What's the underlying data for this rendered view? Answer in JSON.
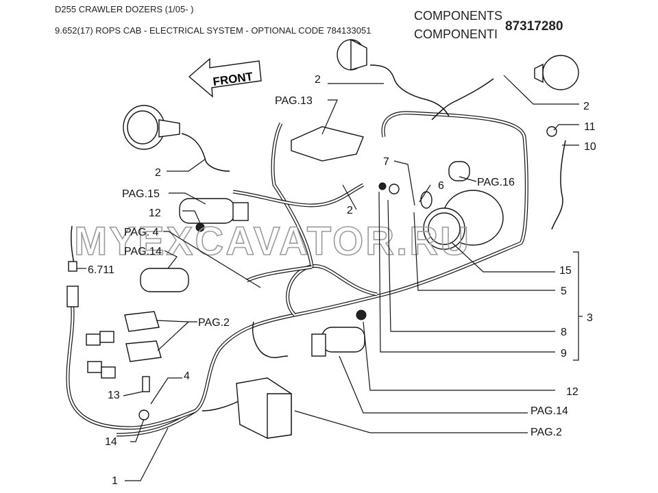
{
  "header": {
    "model": "D255 CRAWLER DOZERS (1/05- )",
    "section": "9.652(17) ROPS CAB - ELECTRICAL SYSTEM - OPTIONAL CODE 784133051",
    "components_en": "COMPONENTS",
    "components_it": "COMPONENTI",
    "part_number": "87317280"
  },
  "watermark": "MYEXCAVATOR.RU",
  "front_label": "FRONT",
  "callouts": {
    "c2_top": "2",
    "c2_right": "2",
    "c2_left": "2",
    "c2_mid": "2",
    "pag13": "PAG.13",
    "pag16": "PAG.16",
    "c11": "11",
    "c10": "10",
    "c7": "7",
    "c6": "6",
    "pag15": "PAG.15",
    "c12_top": "12",
    "pag4": "PAG. 4",
    "pag14_top": "PAG.14",
    "c6711": "6.711",
    "c15": "15",
    "c5": "5",
    "c3": "3",
    "c8": "8",
    "c9": "9",
    "pag2_mid": "PAG.2",
    "c4": "4",
    "c13": "13",
    "c12_bottom": "12",
    "pag14_bottom": "PAG.14",
    "c14": "14",
    "pag2_bottom": "PAG.2",
    "c1": "1"
  }
}
